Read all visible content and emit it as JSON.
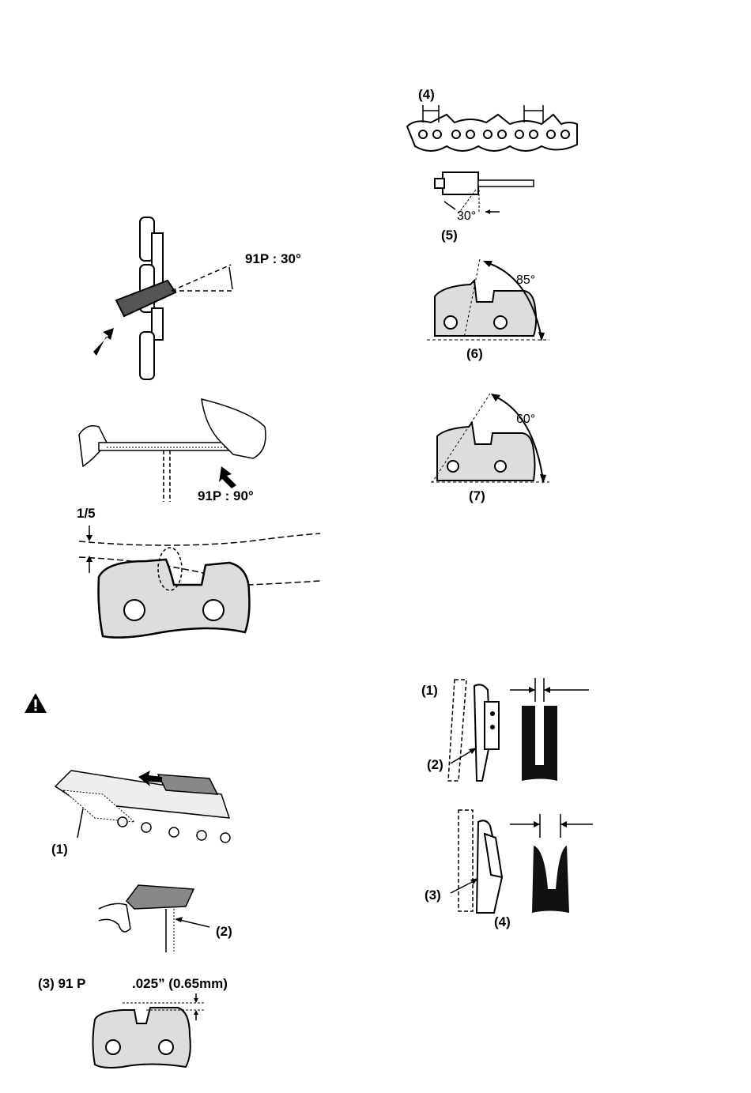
{
  "labels": {
    "fig4": "(4)",
    "fig5": "(5)",
    "fig5_angle": "30°",
    "fig6": "(6)",
    "fig6_angle": "85°",
    "fig7": "(7)",
    "fig7_angle": "60°",
    "file_angle_30": "91P : 30°",
    "file_angle_90": "91P : 90°",
    "one_fifth": "1/5",
    "gauge_1": "(1)",
    "gauge_2": "(2)",
    "gauge_3_model": "(3) 91 P",
    "gauge_3_depth": ".025” (0.65mm)",
    "wear_1": "(1)",
    "wear_2": "(2)",
    "wear_3": "(3)",
    "wear_4": "(4)"
  },
  "icons": {
    "warning": "warning-triangle-icon"
  }
}
